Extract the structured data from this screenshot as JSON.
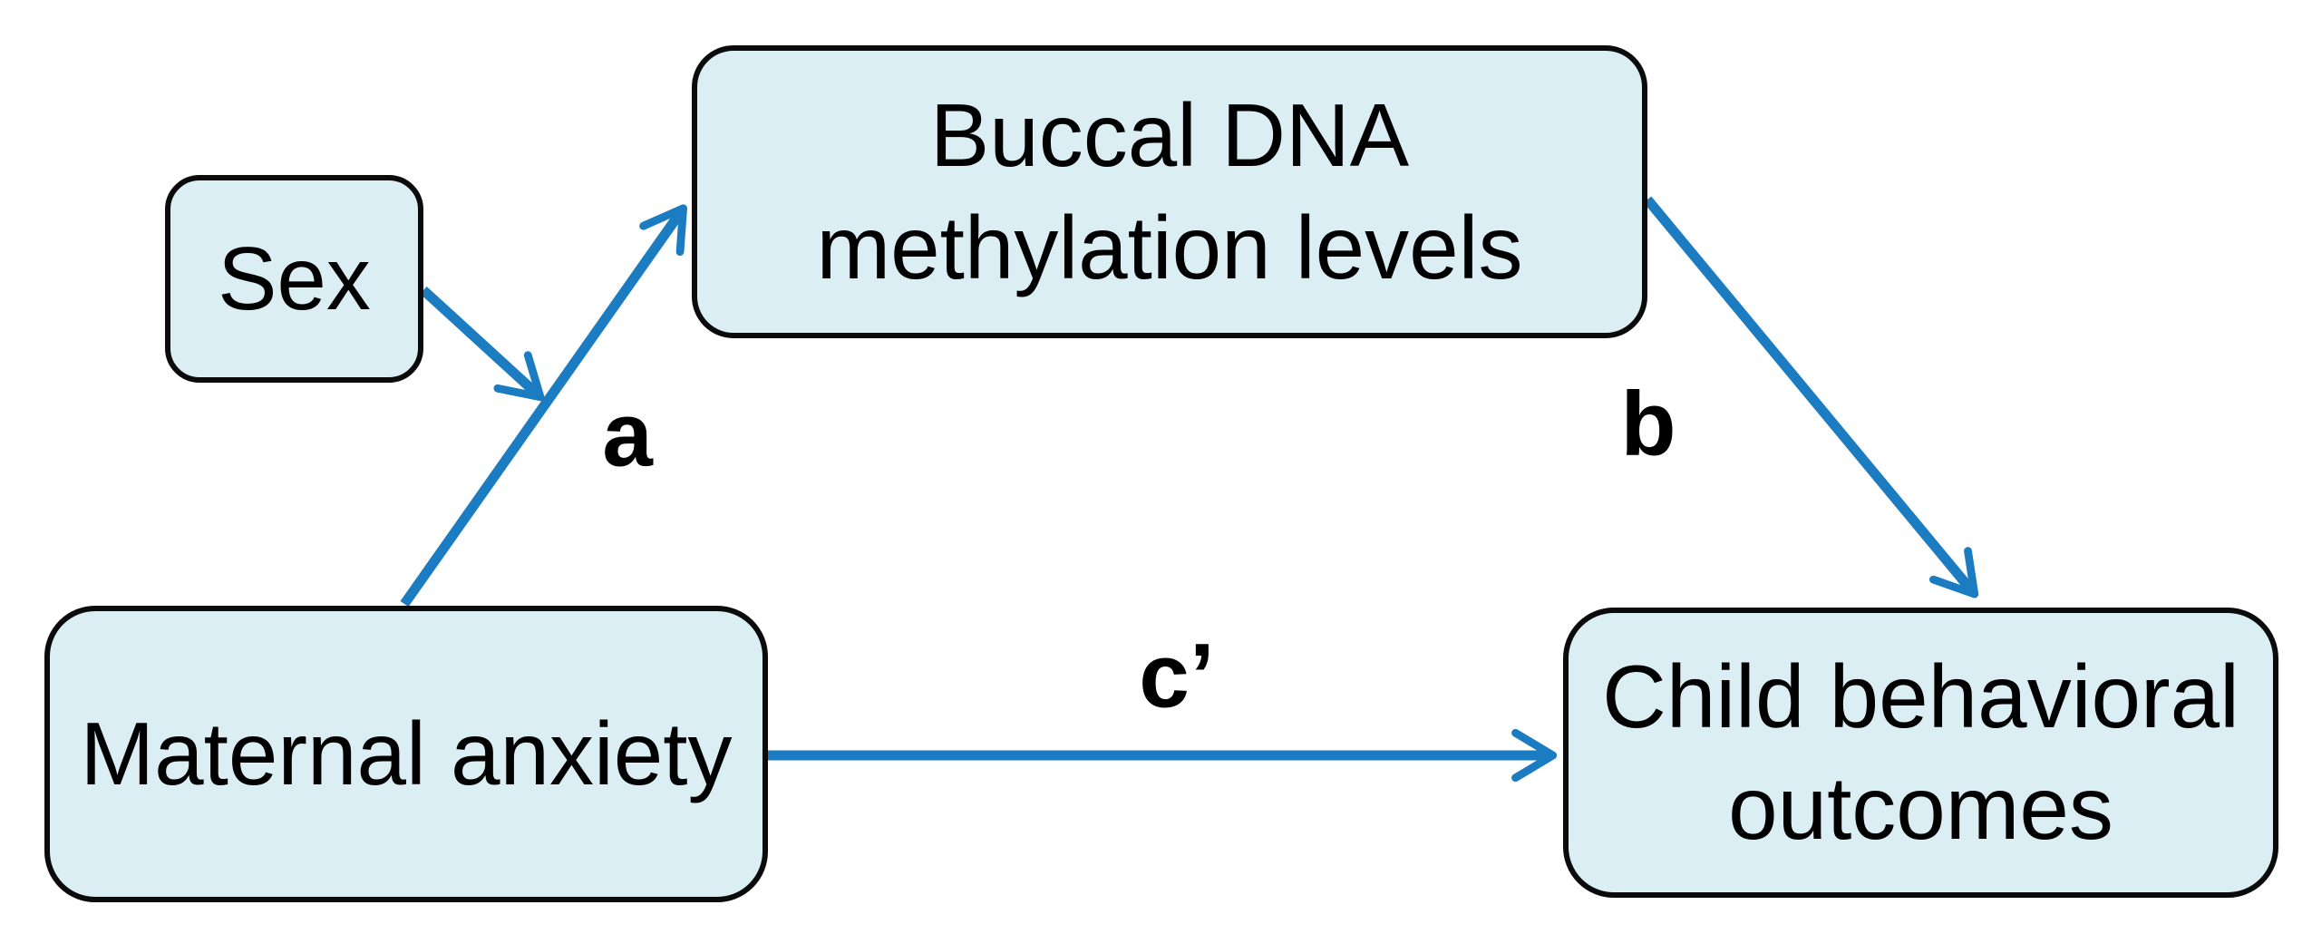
{
  "diagram": {
    "type": "mediation-path-model",
    "nodes": {
      "sex": {
        "label": "Sex"
      },
      "mediator": {
        "line1": "Buccal DNA",
        "line2": "methylation levels"
      },
      "predictor": {
        "label": "Maternal anxiety"
      },
      "outcome": {
        "line1": "Child behavioral",
        "line2": "outcomes"
      }
    },
    "paths": {
      "a": {
        "label": "a",
        "from": "Maternal anxiety",
        "to": "Buccal DNA methylation levels"
      },
      "b": {
        "label": "b",
        "from": "Buccal DNA methylation levels",
        "to": "Child behavioral outcomes"
      },
      "c_prime": {
        "label": "c’",
        "from": "Maternal anxiety",
        "to": "Child behavioral outcomes"
      },
      "sex_covariate": {
        "label": "",
        "from": "Sex",
        "to": "path a"
      }
    },
    "colors": {
      "node_fill": "#daeef3",
      "node_border": "#0b0b0b",
      "arrow": "#1b7cc1",
      "text": "#000000",
      "background": "#ffffff"
    }
  }
}
